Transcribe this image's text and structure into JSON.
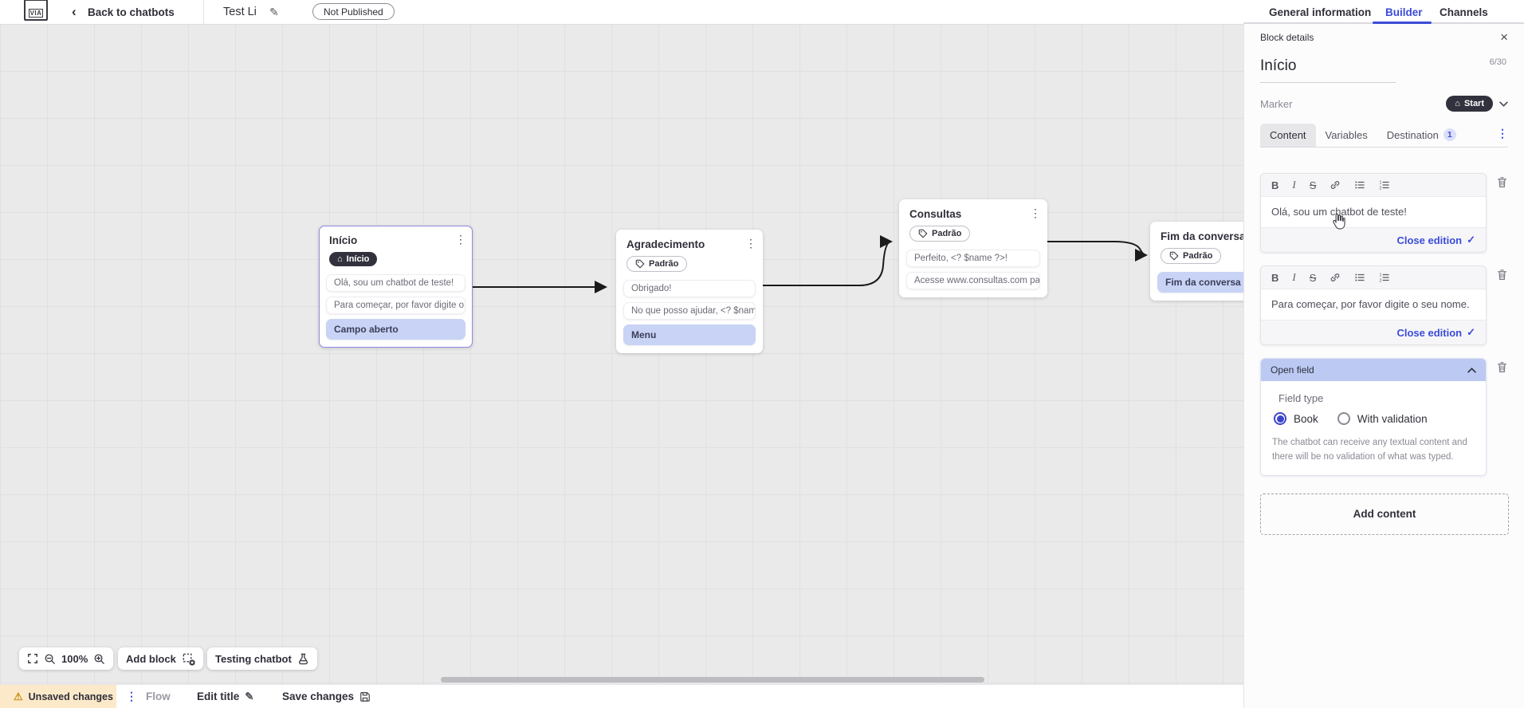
{
  "colors": {
    "accent_blue": "#3b4bd8",
    "dark_pill": "#32323e",
    "item_highlight": "#c8d3f5",
    "open_field_header": "#bcc9f2",
    "warning_bg": "#fbe9c9",
    "canvas_bg": "#eaeaeb"
  },
  "topbar": {
    "back_label": "Back to chatbots",
    "bot_title": "Test Li",
    "status_badge": "Not Published",
    "logo_text": "VIA",
    "tabs": {
      "general": "General information",
      "builder": "Builder",
      "channels": "Channels"
    },
    "active_tab": "Builder"
  },
  "canvas": {
    "blocks": [
      {
        "title": "Início",
        "marker": "Início",
        "items": [
          "Olá, sou um chatbot de teste!",
          "Para começar, por favor digite o ...",
          "Campo aberto"
        ]
      },
      {
        "title": "Agradecimento",
        "tag": "Padrão",
        "items": [
          "Obrigado!",
          "No que posso ajudar, <? $name ...",
          "Menu"
        ]
      },
      {
        "title": "Consultas",
        "tag": "Padrão",
        "items": [
          "Perfeito, <? $name ?>!",
          "Acesse www.consultas.com par..."
        ]
      },
      {
        "title": "Fim da conversa",
        "tag": "Padrão",
        "items": [
          "Fim da conversa"
        ]
      }
    ],
    "toolbar": {
      "zoom_level": "100%",
      "add_block": "Add block",
      "testing": "Testing chatbot"
    }
  },
  "bottombar": {
    "unsaved": "Unsaved changes",
    "flow": "Flow",
    "edit_title": "Edit title",
    "save": "Save changes"
  },
  "panel": {
    "header": "Block details",
    "title": "Início",
    "counter": "6/30",
    "marker_label": "Marker",
    "marker_value": "Start",
    "tabs": {
      "content": "Content",
      "variables": "Variables",
      "destination": "Destination",
      "destination_badge": "1"
    },
    "editors": [
      {
        "text": "Olá, sou um chatbot de teste!",
        "close_label": "Close edition"
      },
      {
        "text": "Para começar, por favor digite o seu nome.",
        "close_label": "Close edition"
      }
    ],
    "open_field": {
      "header": "Open field",
      "field_type_label": "Field type",
      "option_book": "Book",
      "option_validation": "With validation",
      "selected": "Book",
      "description": "The chatbot can receive any textual content and there will be no validation of what was typed."
    },
    "add_content": "Add content"
  }
}
